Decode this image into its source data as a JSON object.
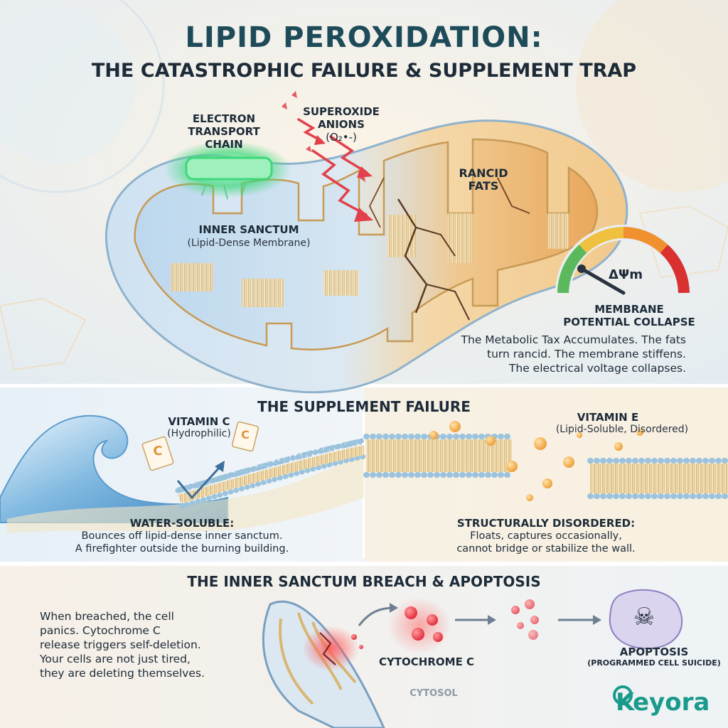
{
  "header": {
    "title": "LIPID PEROXIDATION:",
    "subtitle": "THE CATASTROPHIC FAILURE & SUPPLEMENT TRAP"
  },
  "top": {
    "etc_label": [
      "ELECTRON",
      "TRANSPORT",
      "CHAIN"
    ],
    "superoxide_label": [
      "SUPEROXIDE",
      "ANIONS"
    ],
    "superoxide_formula": "(O₂•-)",
    "rancid_label": [
      "RANCID",
      "FATS"
    ],
    "inner_label": "INNER SANCTUM",
    "inner_sub": "(Lipid-Dense Membrane)",
    "gauge_symbol": "ΔΨm",
    "gauge_label": [
      "MEMBRANE",
      "POTENTIAL COLLAPSE"
    ],
    "description": [
      "The Metabolic Tax Accumulates. The fats",
      "turn rancid. The membrane stiffens.",
      "The electrical voltage collapses."
    ]
  },
  "supplement": {
    "heading": "THE SUPPLEMENT FAILURE",
    "vit_c_label": "VITAMIN C",
    "vit_c_sub": "(Hydrophilic)",
    "vit_c_packet_letter": "C",
    "vit_e_label": "VITAMIN E",
    "vit_e_sub": "(Lipid-Soluble, Disordered)",
    "left_heading": "WATER-SOLUBLE:",
    "left_text": [
      "Bounces off lipid-dense inner sanctum.",
      "A firefighter outside the burning building."
    ],
    "right_heading": "STRUCTURALLY DISORDERED:",
    "right_text": [
      "Floats, captures occasionally,",
      "cannot bridge or stabilize the wall."
    ]
  },
  "breach": {
    "heading": "THE INNER SANCTUM BREACH & APOPTOSIS",
    "text": [
      "When breached, the cell",
      "panics. Cytochrome C",
      "release triggers self-deletion.",
      "Your cells are not just tired,",
      "they are deleting themselves."
    ],
    "cyto_label": "CYTOCHROME C",
    "cytosol_label": "CYTOSOL",
    "apoptosis_label": "APOPTOSIS",
    "apoptosis_sub": "(PROGRAMMED CELL SUICIDE)",
    "skull_glyph": "☠"
  },
  "brand": {
    "name": "eyora",
    "initial": "K"
  },
  "colors": {
    "title_teal": "#1e4b59",
    "etc_green": "#3ed87a",
    "ros_red": "#e2404a",
    "rancid_orange": "#e0953a",
    "membrane_gold": "#d9b673",
    "bead_blue": "#8fbbd8",
    "vit_e_orange": "#f1a640",
    "brand_teal": "#1a9a8a"
  }
}
